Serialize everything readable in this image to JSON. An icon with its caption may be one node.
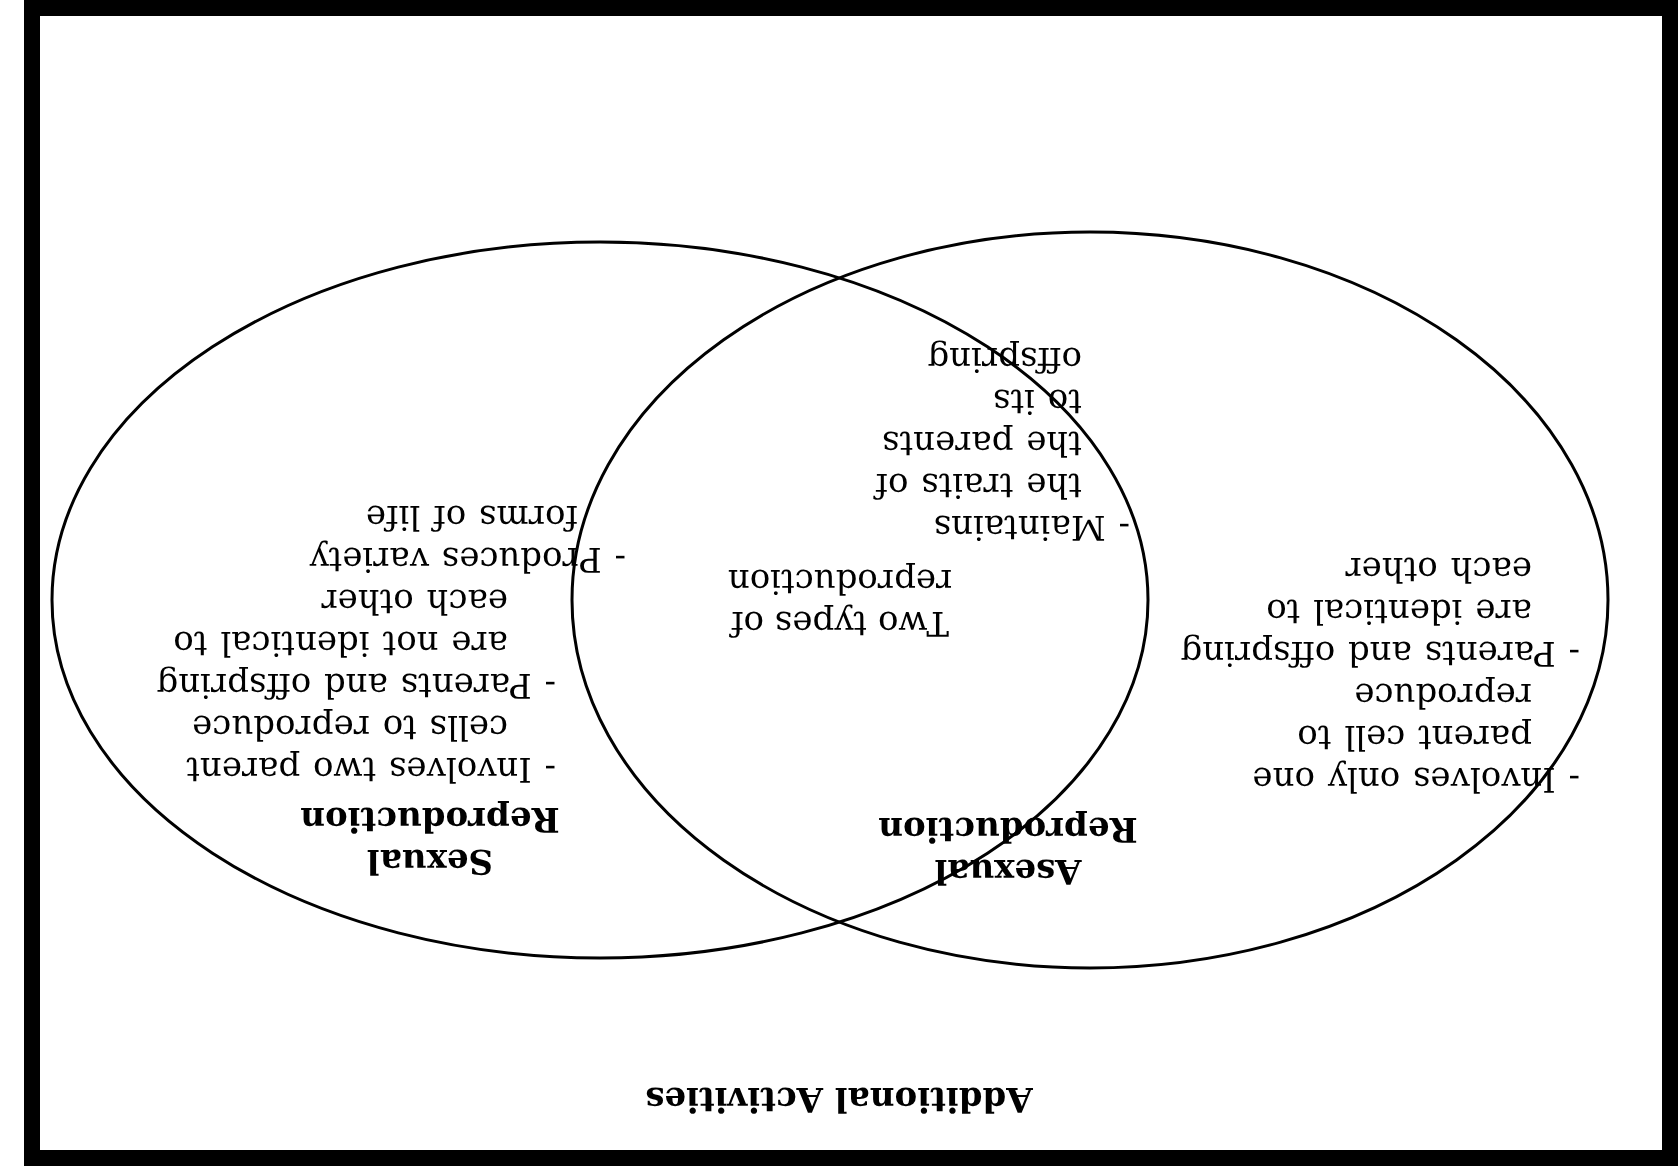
{
  "diagram": {
    "title": "Additional Activities",
    "nodes": [
      {
        "text": [
          "Asexual Reproduction",
          "- Involves only one parent cell to reproduce",
          "- Parents and offspring are identical to each other",
          "- Maintains the traits of the parents to its offspring"
        ]
      },
      {
        "text": [
          "Sexual Reproduction",
          "- Involves two parent cells to reproduce",
          "- Parents and offspring are not identical to each other",
          "- Produces variety forms of life"
        ]
      }
    ],
    "edges": [],
    "labels": [
      "Two types of reproduction"
    ]
  }
}
